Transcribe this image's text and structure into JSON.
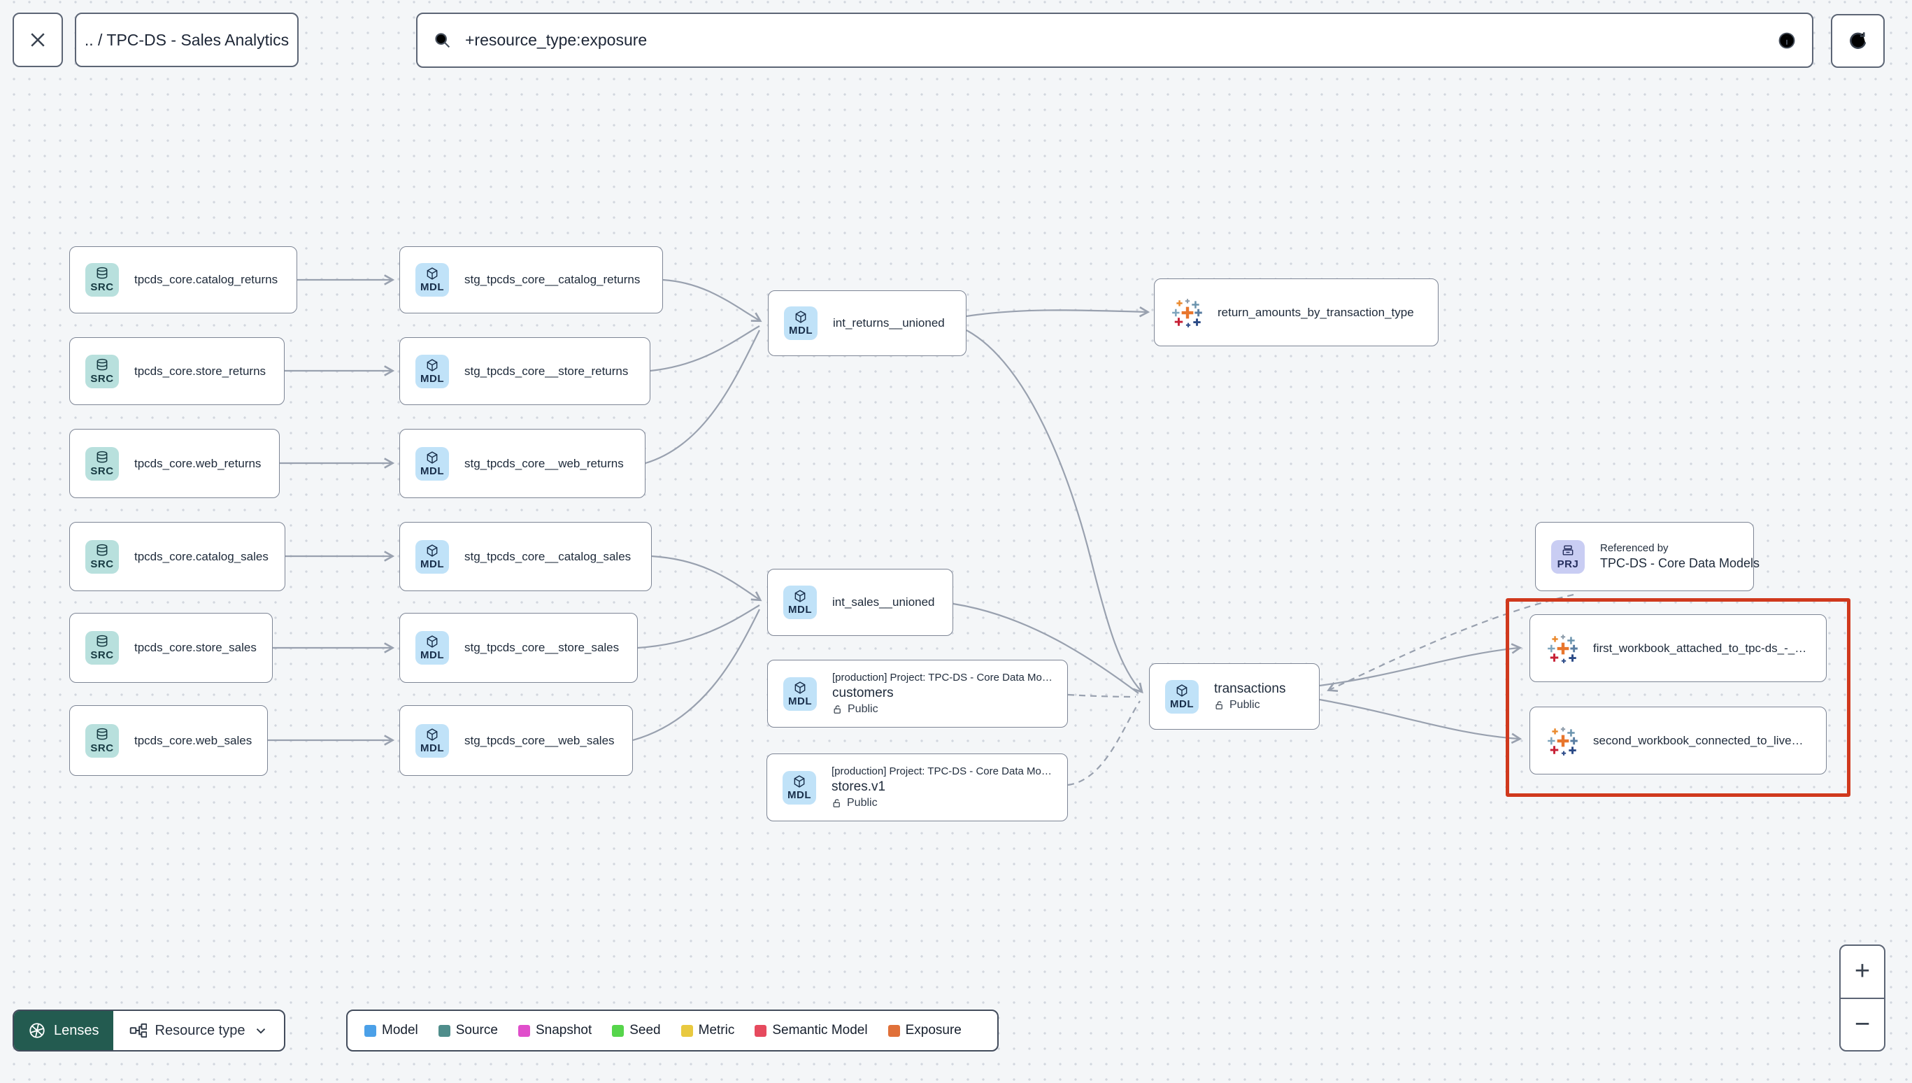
{
  "header": {
    "breadcrumb": ".. / TPC-DS - Sales Analytics",
    "search_value": "+resource_type:exposure"
  },
  "badges": {
    "source": "SRC",
    "model": "MDL",
    "project": "PRJ"
  },
  "nodes": {
    "src_catalog_returns": {
      "label": "tpcds_core.catalog_returns"
    },
    "src_store_returns": {
      "label": "tpcds_core.store_returns"
    },
    "src_web_returns": {
      "label": "tpcds_core.web_returns"
    },
    "src_catalog_sales": {
      "label": "tpcds_core.catalog_sales"
    },
    "src_store_sales": {
      "label": "tpcds_core.store_sales"
    },
    "src_web_sales": {
      "label": "tpcds_core.web_sales"
    },
    "stg_catalog_returns": {
      "label": "stg_tpcds_core__catalog_returns"
    },
    "stg_store_returns": {
      "label": "stg_tpcds_core__store_returns"
    },
    "stg_web_returns": {
      "label": "stg_tpcds_core__web_returns"
    },
    "stg_catalog_sales": {
      "label": "stg_tpcds_core__catalog_sales"
    },
    "stg_store_sales": {
      "label": "stg_tpcds_core__store_sales"
    },
    "stg_web_sales": {
      "label": "stg_tpcds_core__web_sales"
    },
    "int_returns": {
      "label": "int_returns__unioned"
    },
    "int_sales": {
      "label": "int_sales__unioned"
    },
    "return_amounts": {
      "label": "return_amounts_by_transaction_type"
    },
    "customers": {
      "meta": "[production] Project: TPC-DS - Core Data Mo…",
      "label": "customers",
      "access": "Public"
    },
    "stores": {
      "meta": "[production] Project: TPC-DS - Core Data Mo…",
      "label": "stores.v1",
      "access": "Public"
    },
    "transactions": {
      "label": "transactions",
      "access": "Public"
    },
    "referenced_by": {
      "title": "Referenced by",
      "label": "TPC-DS - Core Data Models"
    },
    "workbook_first": {
      "label": "first_workbook_attached_to_tpc-ds_-_…"
    },
    "workbook_second": {
      "label": "second_workbook_connected_to_live…"
    }
  },
  "footer": {
    "lenses_label": "Lenses",
    "resource_type_label": "Resource type",
    "legend": [
      {
        "label": "Model",
        "color": "#4ba0e8"
      },
      {
        "label": "Source",
        "color": "#4f8d8b"
      },
      {
        "label": "Snapshot",
        "color": "#e04ecb"
      },
      {
        "label": "Seed",
        "color": "#56d54b"
      },
      {
        "label": "Metric",
        "color": "#e9c93f"
      },
      {
        "label": "Semantic Model",
        "color": "#e64a5e"
      },
      {
        "label": "Exposure",
        "color": "#e07039"
      }
    ]
  },
  "zoom_controls": {
    "zoom_in": "+",
    "zoom_out": "−"
  },
  "colors": {
    "highlight_red": "#d0391d",
    "lenses_green": "#235b50",
    "edge_gray": "#99a1af"
  }
}
